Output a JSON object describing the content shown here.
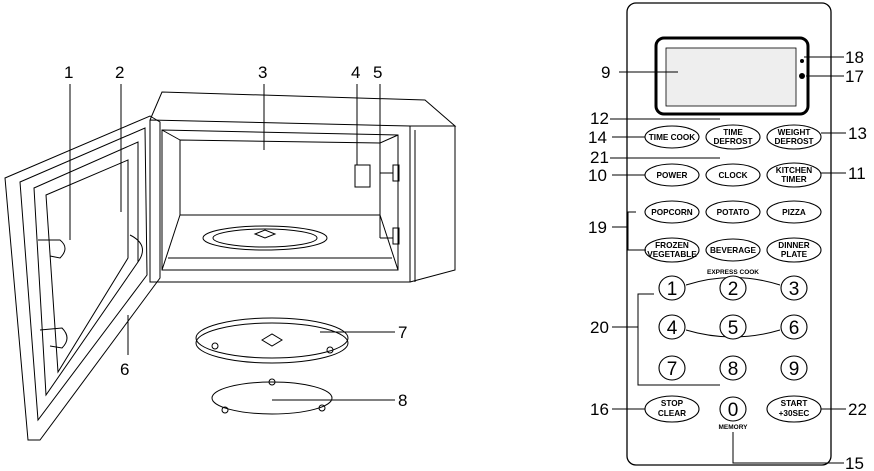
{
  "oven_callouts": [
    {
      "id": "1",
      "label": "1"
    },
    {
      "id": "2",
      "label": "2"
    },
    {
      "id": "3",
      "label": "3"
    },
    {
      "id": "4",
      "label": "4"
    },
    {
      "id": "5",
      "label": "5"
    },
    {
      "id": "6",
      "label": "6"
    },
    {
      "id": "7",
      "label": "7"
    },
    {
      "id": "8",
      "label": "8"
    }
  ],
  "panel_callouts": {
    "c9": "9",
    "c18": "18",
    "c17": "17",
    "c12": "12",
    "c14": "14",
    "c13": "13",
    "c21": "21",
    "c10": "10",
    "c11": "11",
    "c19": "19",
    "c20": "20",
    "c16": "16",
    "c22": "22",
    "c15": "15"
  },
  "buttons": {
    "time_cook": "TIME COOK",
    "time_defrost": [
      "TIME",
      "DEFROST"
    ],
    "weight_defrost": [
      "WEIGHT",
      "DEFROST"
    ],
    "power": "POWER",
    "clock": "CLOCK",
    "kitchen_timer": [
      "KITCHEN",
      "TIMER"
    ],
    "popcorn": "POPCORN",
    "potato": "POTATO",
    "pizza": "PIZZA",
    "frozen_vegetable": [
      "FROZEN",
      "VEGETABLE"
    ],
    "beverage": "BEVERAGE",
    "dinner_plate": [
      "DINNER",
      "PLATE"
    ],
    "stop_clear": [
      "STOP",
      "CLEAR"
    ],
    "start": [
      "START",
      "+30SEC"
    ]
  },
  "express_cook": "EXPRESS COOK",
  "digits": [
    "1",
    "2",
    "3",
    "4",
    "5",
    "6",
    "7",
    "8",
    "9",
    "0"
  ],
  "memory": "MEMORY"
}
